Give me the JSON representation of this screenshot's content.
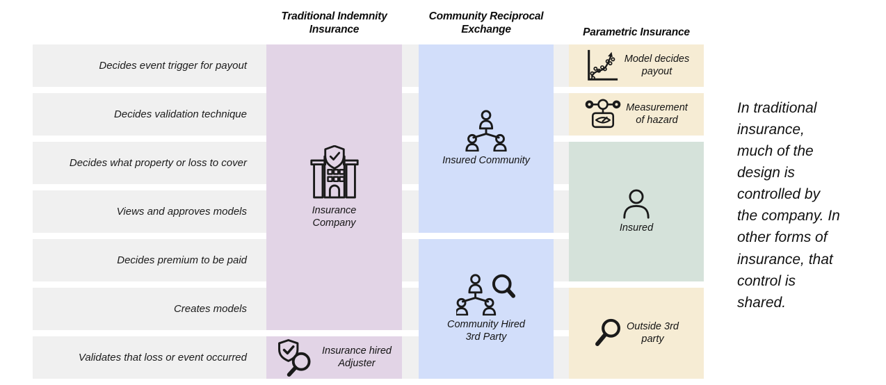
{
  "table": {
    "row_labels": [
      "Decides event trigger for payout",
      "Decides validation technique",
      "Decides what property or loss to cover",
      "Views and approves models",
      "Decides premium to be paid",
      "Creates models",
      "Validates that loss or event occurred"
    ],
    "columns": [
      {
        "title": "Traditional Indemnity\nInsurance"
      },
      {
        "title": "Community Reciprocal\nExchange"
      },
      {
        "title": "Parametric Insurance"
      }
    ],
    "cells": {
      "insurance_company": "Insurance\nCompany",
      "insurance_adjuster": "Insurance hired\nAdjuster",
      "insured_community": "Insured Community",
      "community_third_party": "Community Hired\n3rd Party",
      "model_decides_payout": "Model decides\npayout",
      "measurement_of_hazard": "Measurement\nof hazard",
      "insured": "Insured",
      "outside_third_party": "Outside 3rd\nparty"
    },
    "icons": {
      "insurance_company": "building-shield-check-icon",
      "insured_community": "community-people-icon",
      "model_decides_payout": "scatter-chart-icon",
      "measurement_of_hazard": "hazard-sensor-gauge-icon",
      "insured": "person-icon",
      "community_third_party": "community-people-magnifier-icon",
      "outside_third_party": "magnifier-icon",
      "insurance_adjuster": "shield-check-magnifier-icon"
    }
  },
  "annotation": "In traditional\ninsurance,\nmuch of the\ndesign is\ncontrolled by\nthe company. In\nother forms of\ninsurance, that\ncontrol is\nshared.",
  "colors": {
    "row_gray": "#f0f0f0",
    "purple": "#e2d4e6",
    "blue": "#d2defa",
    "green": "#d5e2da",
    "orange": "#f6ecd4",
    "ink": "#1a1a1a"
  }
}
